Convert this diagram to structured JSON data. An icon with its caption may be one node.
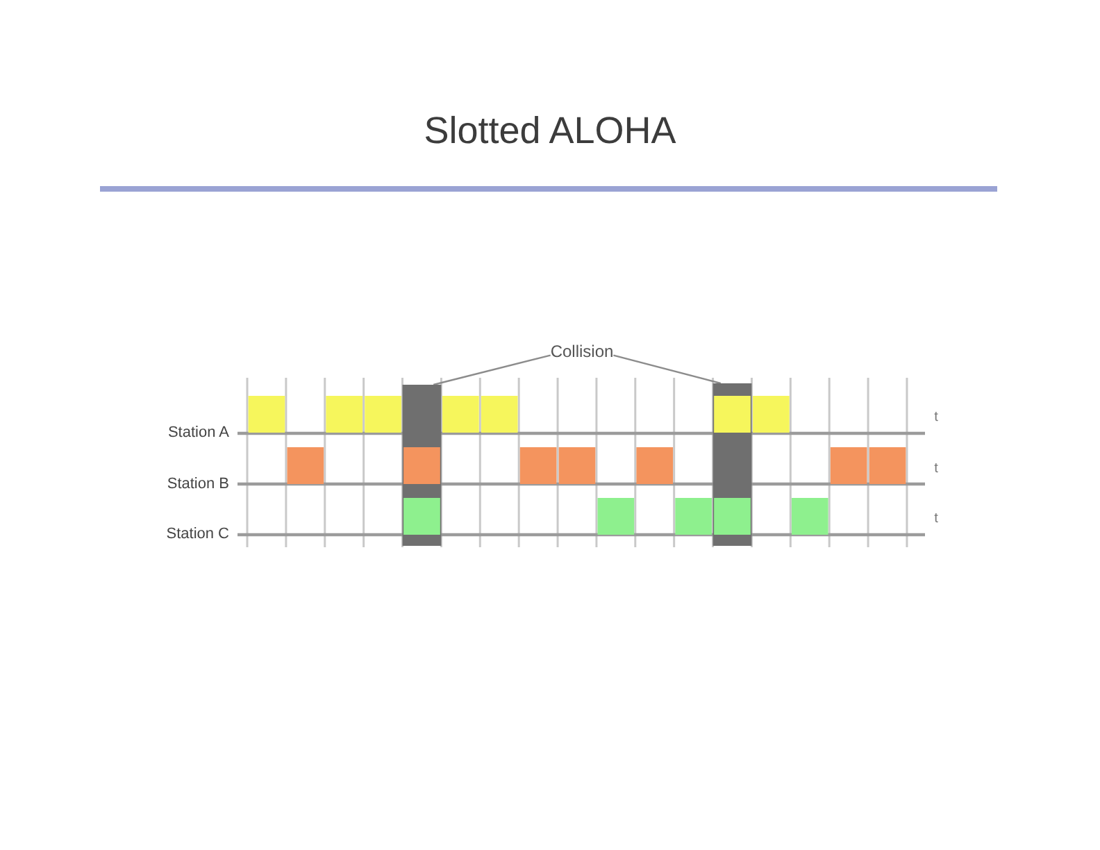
{
  "diagram": {
    "title": "Slotted ALOHA",
    "nodes": [
      {
        "text": [
          "Collision"
        ]
      },
      {
        "text": [],
        "shape": "bar"
      },
      {
        "text": [],
        "shape": "bar"
      }
    ],
    "edges": [
      {
        "from": 0,
        "to": 1,
        "arrow": "none"
      },
      {
        "from": 0,
        "to": 2,
        "arrow": "none"
      }
    ],
    "labels": [
      "Station A",
      "t",
      "Station B",
      "t",
      "Station C",
      "t"
    ]
  }
}
